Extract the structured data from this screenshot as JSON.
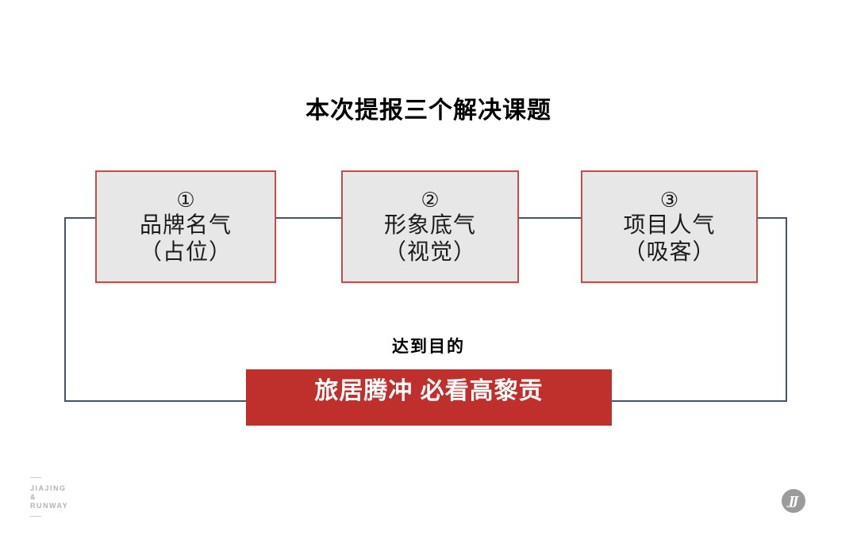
{
  "slide": {
    "title": "本次提报三个解决课题",
    "topics": [
      {
        "number": "①",
        "name": "品牌名气",
        "note": "（占位）"
      },
      {
        "number": "②",
        "name": "形象底气",
        "note": "（视觉）"
      },
      {
        "number": "③",
        "name": "项目人气",
        "note": "（吸客）"
      }
    ],
    "goal_label": "达到目的",
    "slogan": "旅居腾冲 必看高黎贡",
    "watermark": {
      "line1": "JIAJING",
      "line2": "&",
      "line3": "RUNWAY"
    },
    "logo_text": "JJ",
    "colors": {
      "banner_red": "#bf2f2b",
      "box_border_red": "#c0504d",
      "box_fill": "#e8e7e7",
      "connector_blue_gray": "#44546a",
      "watermark_gray": "#b3b3b3",
      "logo_gray": "#9b9b9b"
    }
  }
}
